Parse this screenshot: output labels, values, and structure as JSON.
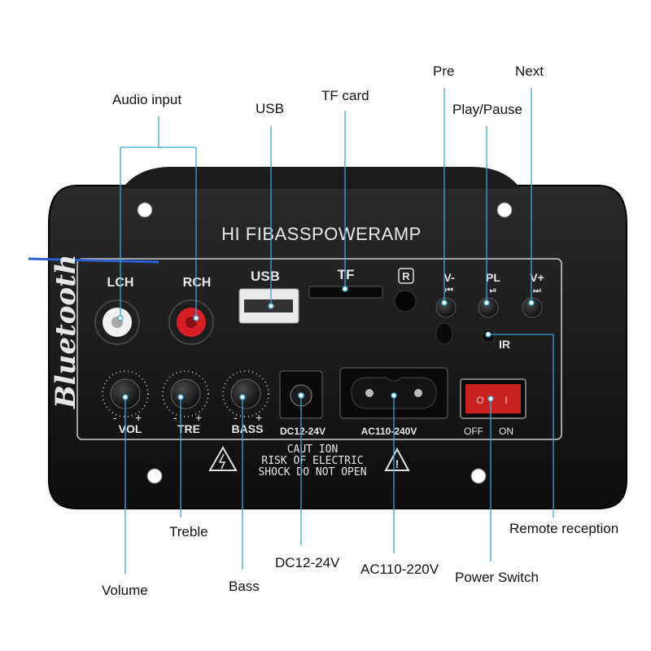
{
  "callouts": {
    "audio_input": "Audio input",
    "usb": "USB",
    "tf_card": "TF card",
    "pre": "Pre",
    "play_pause": "Play/Pause",
    "next": "Next",
    "remote_reception": "Remote reception",
    "treble": "Treble",
    "volume": "Volume",
    "bass": "Bass",
    "dc": "DC12-24V",
    "ac": "AC110-220V",
    "power_switch": "Power Switch"
  },
  "panel": {
    "side_text": "Bluetooth",
    "title": "HI FIBASSPOWERAMP",
    "lch": "LCH",
    "rch": "RCH",
    "usb": "USB",
    "tf": "TF",
    "r_badge": "R",
    "v_minus": "V-",
    "v_minus_sym": "⏮",
    "pl": "PL",
    "pl_sym": "⏯",
    "v_plus": "V+",
    "v_plus_sym": "⏭",
    "ir": "IR",
    "vol": "VOL",
    "tre": "TRE",
    "bass": "BASS",
    "minus": "-",
    "plus": "+",
    "dc": "DC12-24V",
    "ac": "AC110-240V",
    "off": "OFF",
    "on": "ON",
    "switch_o": "O",
    "switch_i": "I",
    "caution_1": "CAUT ION",
    "caution_2": "RISK OF ELECTRIC",
    "caution_3": "SHOCK DO NOT OPEN"
  },
  "colors": {
    "accent": "#3aa6d8",
    "panel": "#151515",
    "lch_jack": "#f2f2f2",
    "rch_jack": "#d81f26",
    "switch": "#c8201f"
  }
}
